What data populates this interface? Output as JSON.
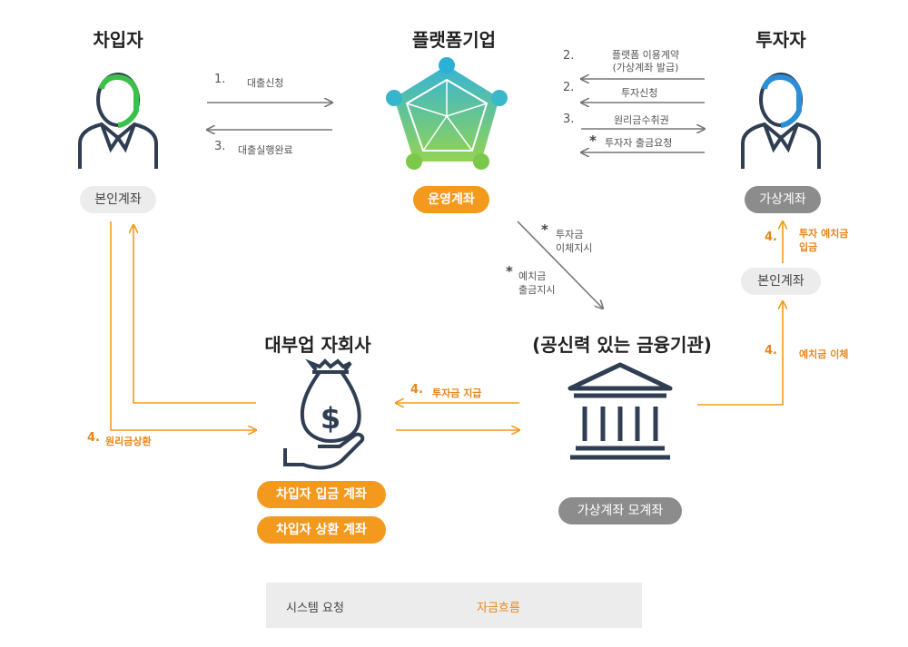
{
  "actors": {
    "borrower": "차입자",
    "platform": "플랫폼기업",
    "investor": "투자자",
    "lender_affiliate": "대부업 자회사",
    "financial_institution": "(공신력 있는 금융기관)"
  },
  "accounts": {
    "borrower_own": "본인계좌",
    "operating": "운영계좌",
    "investor_virtual": "가상계좌",
    "investor_own": "본인계좌",
    "borrower_deposit": "차입자 입금 계좌",
    "borrower_repay": "차입자 상환 계좌",
    "virtual_master": "가상계좌 모계좌"
  },
  "flows": {
    "f1_num": "1.",
    "f1_label": "대출신청",
    "f3_num": "3.",
    "f3_label": "대출실행완료",
    "p2a_num": "2.",
    "p2a_label_line1": "플랫폼 이용계약",
    "p2a_label_line2": "(가상계좌 발급)",
    "p2b_num": "2.",
    "p2b_label": "투자신청",
    "p3_num": "3.",
    "p3_label": "원리금수취권",
    "pstar": "*",
    "pstar_label": "투자자 출금요청",
    "diag_star1": "*",
    "diag_label1_line1": "투자금",
    "diag_label1_line2": "이체지시",
    "diag_star2": "*",
    "diag_label2_line1": "예치금",
    "diag_label2_line2": "출금지시",
    "repay_num": "4.",
    "repay_label": "원리금상환",
    "invest_pay_num": "4.",
    "invest_pay_label": "투자금 지급",
    "deposit_num": "4.",
    "deposit_label_line1": "투자 예치금",
    "deposit_label_line2": "입금",
    "transfer_num": "4.",
    "transfer_label": "예치금 이체"
  },
  "legend": {
    "system_request": "시스템 요청",
    "fund_flow": "자금흐름"
  },
  "colors": {
    "orange": "#f39a1e",
    "gray_arrow": "#777777",
    "navy": "#2f3e52",
    "green_accent": "#3cc04a",
    "blue_accent": "#2a8fd8"
  },
  "icons": {
    "borrower": "person-icon",
    "investor": "person-icon",
    "platform": "network-pentagon-icon",
    "lender": "money-bag-hand-icon",
    "bank": "bank-building-icon"
  }
}
